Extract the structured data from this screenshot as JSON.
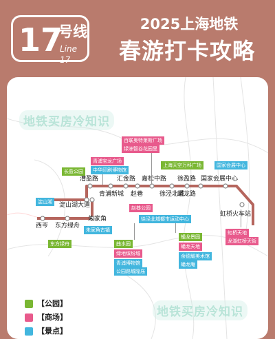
{
  "header": {
    "line_number": "17",
    "line_word": "号线",
    "line_en": "Line 17",
    "title_line1": "2025上海地铁",
    "title_line2": "春游打卡攻略"
  },
  "watermark": "地铁买房冷知识",
  "colors": {
    "background": "#b97b6d",
    "line": "#b5655d",
    "park": "#7ab733",
    "mall": "#e85a8c",
    "spot": "#42b6de"
  },
  "stations": [
    "西岑",
    "东方绿舟",
    "朱家角",
    "淀山湖大道",
    "漕盈路",
    "青浦新城",
    "汇金路",
    "赵巷",
    "嘉松中路",
    "徐泾北城",
    "徐盈路",
    "蟠龙路",
    "国家会展中心",
    "虹桥火车站"
  ],
  "tags": [
    "百联奥特莱斯广场",
    "绿洲智谷花园里",
    "青浦宝龙广场",
    "中华印刷博物馆",
    "长盈公园",
    "上海天空万科广场",
    "国家会展中心",
    "淀山湖",
    "赵巷公园",
    "徐泾北城都市运动中心",
    "朱家角古镇",
    "东方绿舟",
    "曲水园",
    "绿地缤纷城",
    "青浦博物馆",
    "公园路城隍庙",
    "蟠龙景园",
    "蟠龙天地",
    "余德耀美术馆",
    "蟠龙庵",
    "虹桥天地",
    "龙湖虹桥天街"
  ],
  "legend": [
    {
      "label": "【公园】",
      "color": "#7ab733"
    },
    {
      "label": "【商场】",
      "color": "#e85a8c"
    },
    {
      "label": "【景点】",
      "color": "#42b6de"
    }
  ]
}
